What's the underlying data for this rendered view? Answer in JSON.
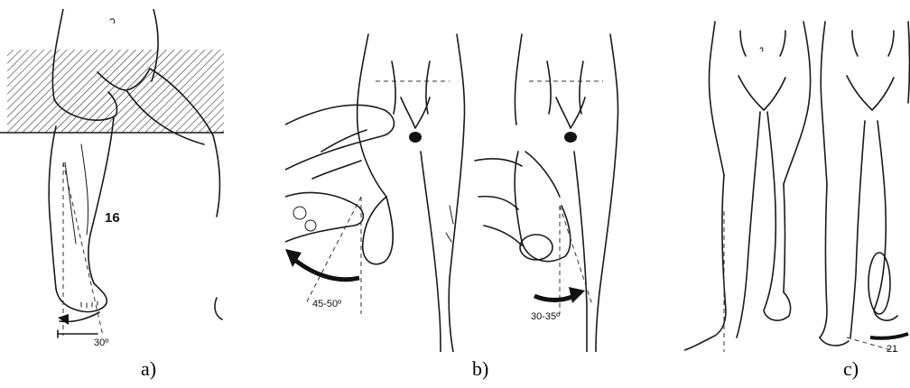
{
  "captions": {
    "a": "a)",
    "b": "b)",
    "c": "c)"
  },
  "panel_a": {
    "figure_number": "16",
    "angle_label": "30º"
  },
  "panel_b": {
    "left_angle_label": "45-50º",
    "right_angle_label": "30-35º"
  },
  "panel_c": {
    "figure_number_partial": "21"
  }
}
